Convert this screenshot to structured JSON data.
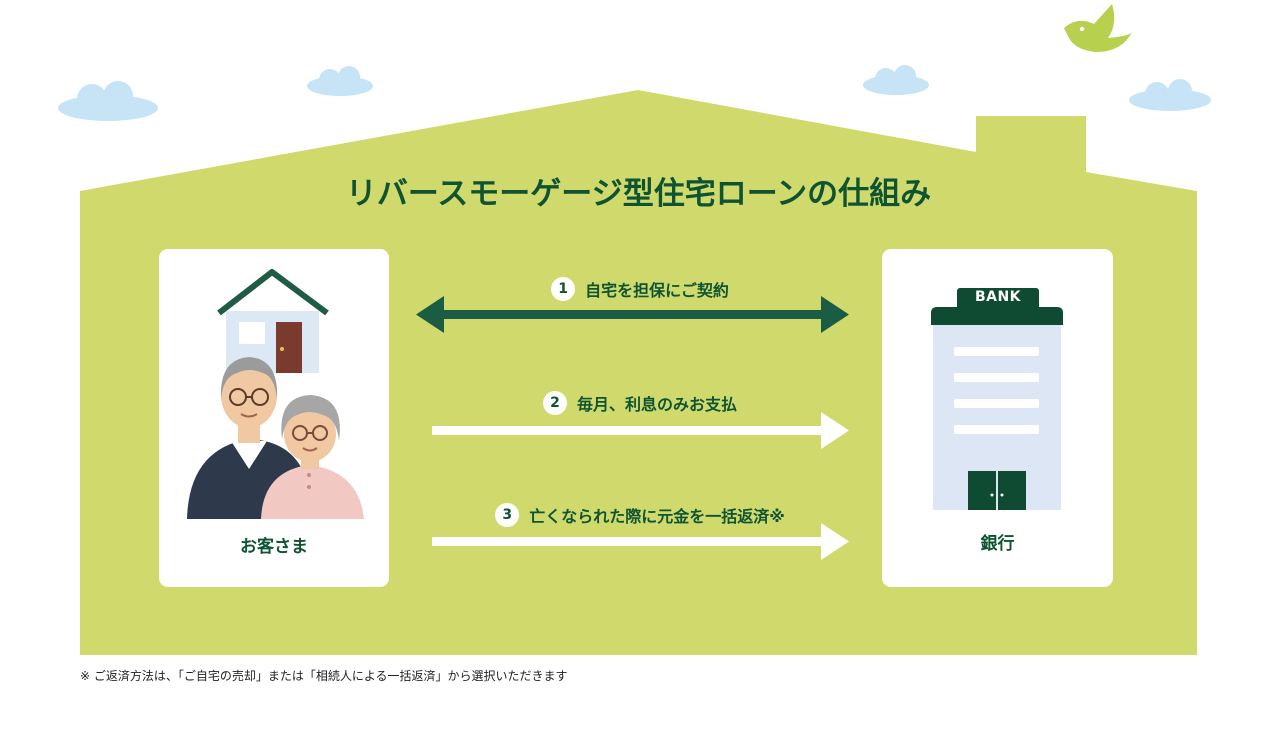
{
  "title": "リバースモーゲージ型住宅ローンの仕組み",
  "customer": {
    "label": "お客さま",
    "illustration": "elderly-couple-with-house"
  },
  "bank": {
    "label": "銀行",
    "sign": "BANK",
    "illustration": "bank-building"
  },
  "steps": [
    {
      "number": "1",
      "text": "自宅を担保にご契約",
      "direction": "both"
    },
    {
      "number": "2",
      "text": "毎月、利息のみお支払",
      "direction": "to-bank"
    },
    {
      "number": "3",
      "text": "亡くなられた際に元金を一括返済※",
      "direction": "to-bank"
    }
  ],
  "footnote": "※ ご返済方法は、「ご自宅の売却」または「相続人による一括返済」から選択いただきます",
  "colors": {
    "house_fill": "#d0da6c",
    "dark_green": "#0f5432",
    "arrow_green": "#1a5c44",
    "cloud": "#c6e4f6",
    "bird": "#b7d04e",
    "card_bg": "#ffffff"
  }
}
